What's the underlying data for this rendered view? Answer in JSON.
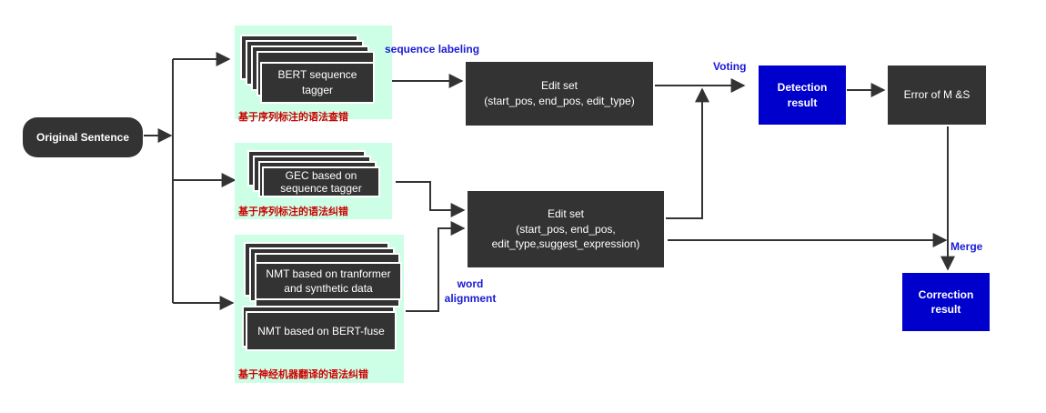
{
  "input": {
    "label": "Original Sentence"
  },
  "models": {
    "bert_tagger": {
      "label": "BERT sequence tagger",
      "caption": "基于序列标注的语法查错"
    },
    "gec_tagger": {
      "label": "GEC based on sequence tagger",
      "caption": "基于序列标注的语法纠错"
    },
    "nmt_transformer": {
      "label": "NMT based on tranformer and synthetic data"
    },
    "nmt_bert": {
      "label": "NMT based on BERT-fuse",
      "caption": "基于神经机器翻译的语法纠错"
    }
  },
  "edit_sets": {
    "detection": {
      "title": "Edit set",
      "fields": "(start_pos, end_pos, edit_type)"
    },
    "correction": {
      "title": "Edit set",
      "fields": "(start_pos, end_pos,",
      "fields2": "edit_type,suggest_expression)"
    }
  },
  "outputs": {
    "detection_result": "Detection result",
    "error": "Error of M &S",
    "correction_result": "Correction result"
  },
  "edge_labels": {
    "sequence_labeling": "sequence labeling",
    "voting": "Voting",
    "word_alignment": "word alignment",
    "merge": "Merge"
  }
}
